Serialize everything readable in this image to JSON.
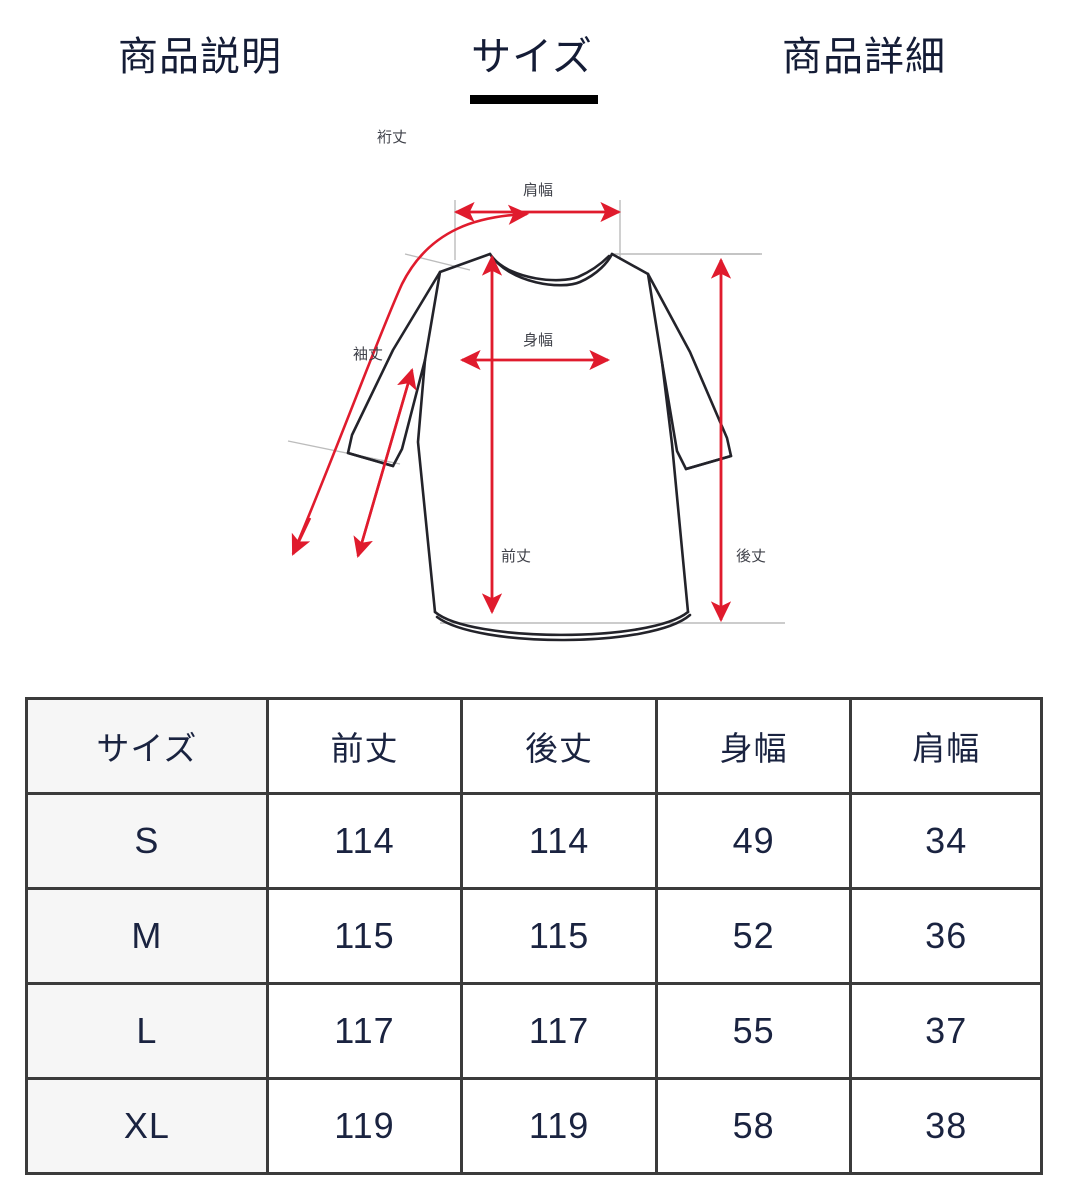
{
  "tabs": [
    {
      "id": "description",
      "label": "商品説明",
      "active": false
    },
    {
      "id": "size",
      "label": "サイズ",
      "active": true
    },
    {
      "id": "detail",
      "label": "商品詳細",
      "active": false
    }
  ],
  "diagram": {
    "alt": "garment-measurement-diagram",
    "labels": {
      "yuki": "裄丈",
      "sode": "袖丈",
      "kata_haba": "肩幅",
      "mi_haba": "身幅",
      "mae_take": "前丈",
      "ushiro_take": "後丈"
    },
    "colors": {
      "arrow": "#e01b2d",
      "garment_outline": "#23232a",
      "guide_line": "#b9b9b9"
    }
  },
  "size_table": {
    "headers": [
      "サイズ",
      "前丈",
      "後丈",
      "身幅",
      "肩幅"
    ],
    "rows": [
      {
        "size": "S",
        "mae_take": "114",
        "ushiro_take": "114",
        "mi_haba": "49",
        "kata_haba": "34"
      },
      {
        "size": "M",
        "mae_take": "115",
        "ushiro_take": "115",
        "mi_haba": "52",
        "kata_haba": "36"
      },
      {
        "size": "L",
        "mae_take": "117",
        "ushiro_take": "117",
        "mi_haba": "55",
        "kata_haba": "37"
      },
      {
        "size": "XL",
        "mae_take": "119",
        "ushiro_take": "119",
        "mi_haba": "58",
        "kata_haba": "38"
      }
    ]
  },
  "theme": {
    "text_color": "#1a2340",
    "accent_underline": "#000000",
    "table_border": "#3b3b3b",
    "size_column_bg": "#f6f6f6"
  }
}
